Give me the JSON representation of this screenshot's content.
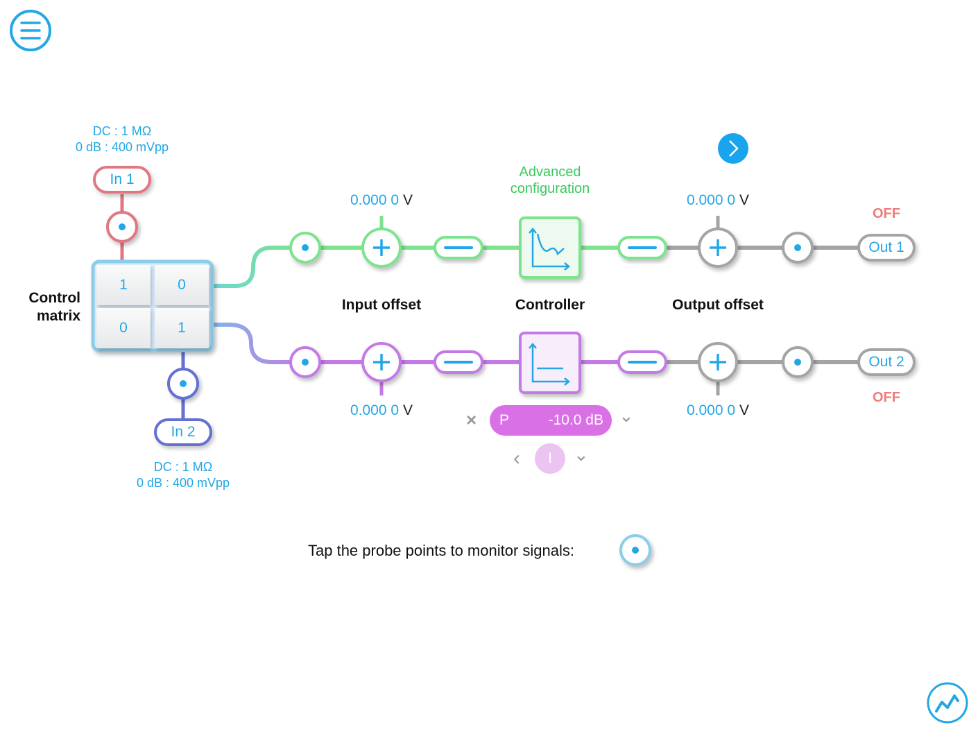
{
  "menu_icon": "hamburger-menu-icon",
  "next_icon": "chevron-right-icon",
  "scope_icon": "oscilloscope-icon",
  "colors": {
    "accent": "#22a7e6",
    "in1": "#e07781",
    "in2": "#6470d4",
    "path1": "#7de38f",
    "path2": "#c47ae6",
    "grey": "#a4a4a4",
    "off": "#f07b7b",
    "advanced": "#3cc85c"
  },
  "in1": {
    "label": "In 1",
    "coupling": "DC : 1 MΩ",
    "range": "0 dB : 400 mVpp"
  },
  "in2": {
    "label": "In 2",
    "coupling": "DC : 1 MΩ",
    "range": "0 dB : 400 mVpp"
  },
  "matrix": {
    "title_line1": "Control",
    "title_line2": "matrix",
    "cells": [
      "1",
      "0",
      "0",
      "1"
    ]
  },
  "labels": {
    "input_offset": "Input offset",
    "controller": "Controller",
    "output_offset": "Output offset",
    "advanced_line1": "Advanced",
    "advanced_line2": "configuration"
  },
  "offsets": {
    "ch1_input": {
      "value": "0.000 0",
      "unit": "V"
    },
    "ch1_output": {
      "value": "0.000 0",
      "unit": "V"
    },
    "ch2_input": {
      "value": "0.000 0",
      "unit": "V"
    },
    "ch2_output": {
      "value": "0.000 0",
      "unit": "V"
    }
  },
  "out1": {
    "label": "Out 1",
    "state": "OFF"
  },
  "out2": {
    "label": "Out 2",
    "state": "OFF"
  },
  "gain": {
    "param": "P",
    "value": "-10.0 dB",
    "close": "×",
    "expand": "⌄"
  },
  "integrator": {
    "label": "I",
    "prev": "‹",
    "expand": "⌄"
  },
  "hint": "Tap the probe points to monitor signals:"
}
